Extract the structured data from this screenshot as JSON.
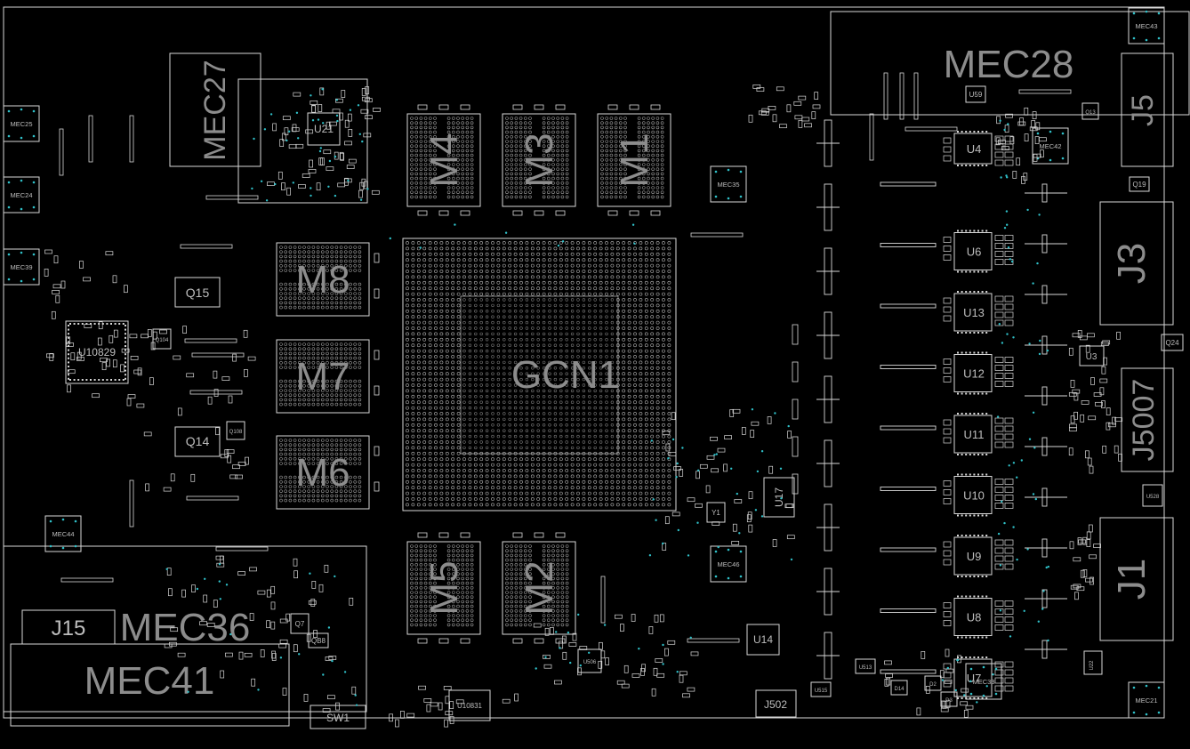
{
  "board": {
    "background": "#000000",
    "outline_color": "#d8d8d8",
    "label_color": "#8c8c8c",
    "via_color": "#2fc0c8"
  },
  "labels": {
    "gpu": "GCN1",
    "mem": [
      "M4",
      "M3",
      "M1",
      "M8",
      "M7",
      "M6",
      "M5",
      "M2"
    ],
    "mec28": "MEC28",
    "mec27": "MEC27",
    "mec36": "MEC36",
    "mec41": "MEC41",
    "j5": "J5",
    "j3": "J3",
    "j5007": "J5007",
    "j1": "J1",
    "j15": "J15",
    "u10829": "U10829",
    "q15": "Q15",
    "q14": "Q14",
    "u17": "U17",
    "u14": "U14",
    "u4": "U4",
    "u6": "U6",
    "u13": "U13",
    "u12": "U12",
    "u11": "U11",
    "u10": "U10",
    "u9": "U9",
    "u8": "U8",
    "u7": "U7",
    "u3": "U3",
    "q24": "Q24",
    "u21": "U21",
    "u10831": "U10831",
    "j502": "J502",
    "sw1": "SW1",
    "q7": "Q7",
    "qb8": "QB8",
    "y1": "Y1",
    "mec25": "MEC25",
    "mec24": "MEC24",
    "mec39": "MEC39",
    "mec44": "MEC44",
    "mec43": "MEC43",
    "mec42": "MEC42",
    "mec35": "MEC35",
    "mec46": "MEC46",
    "mec33": "MEC33",
    "mec21": "MEC21",
    "u59": "U59",
    "q19": "Q19",
    "q104": "Q104",
    "q108": "Q108",
    "u513": "U513",
    "u515": "U515",
    "d14": "D14",
    "d2": "D2",
    "d3": "D3",
    "u22": "U22",
    "u506": "U506",
    "u528": "U528",
    "q13": "Q13"
  }
}
